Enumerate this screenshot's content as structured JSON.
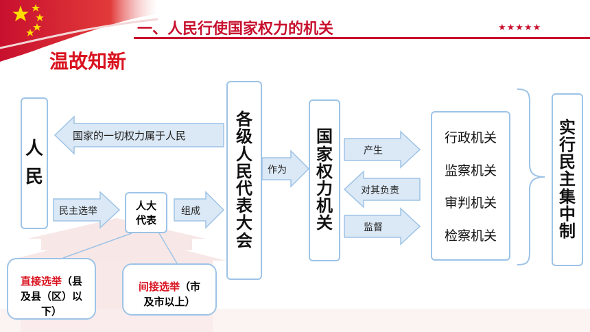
{
  "header": {
    "title": "一、人民行使国家权力的机关",
    "stars": "★★★★★"
  },
  "subtitle": "温故知新",
  "people": {
    "chars": [
      "人",
      "民"
    ]
  },
  "arrows": {
    "power_belongs": "国家的一切权力属于人民",
    "democratic_election": "民主选举",
    "compose": "组成",
    "act_as": "作为",
    "produce": "产生",
    "responsible": "对其负责",
    "supervise": "监督"
  },
  "deputies": {
    "line1": "人大",
    "line2": "代表"
  },
  "congress": {
    "chars": [
      "各",
      "级",
      "人",
      "民",
      "代",
      "表",
      "大",
      "会"
    ]
  },
  "state_organ": {
    "chars": [
      "国",
      "家",
      "权",
      "力",
      "机",
      "关"
    ]
  },
  "organs": [
    "行政机关",
    "监察机关",
    "审判机关",
    "检察机关"
  ],
  "principle": {
    "chars": [
      "实",
      "行",
      "民",
      "主",
      "集",
      "中",
      "制"
    ]
  },
  "direct_election": {
    "highlight": "直接选举",
    "rest1": "（县",
    "line2": "及县（区）以",
    "line3": "下）"
  },
  "indirect_election": {
    "highlight": "间接选举",
    "rest1": "（市",
    "line2": "及市以上）"
  },
  "colors": {
    "brand_red": "#c8102e",
    "box_border": "#9dc3e6",
    "arrow_fill": "#dbe8f5"
  }
}
